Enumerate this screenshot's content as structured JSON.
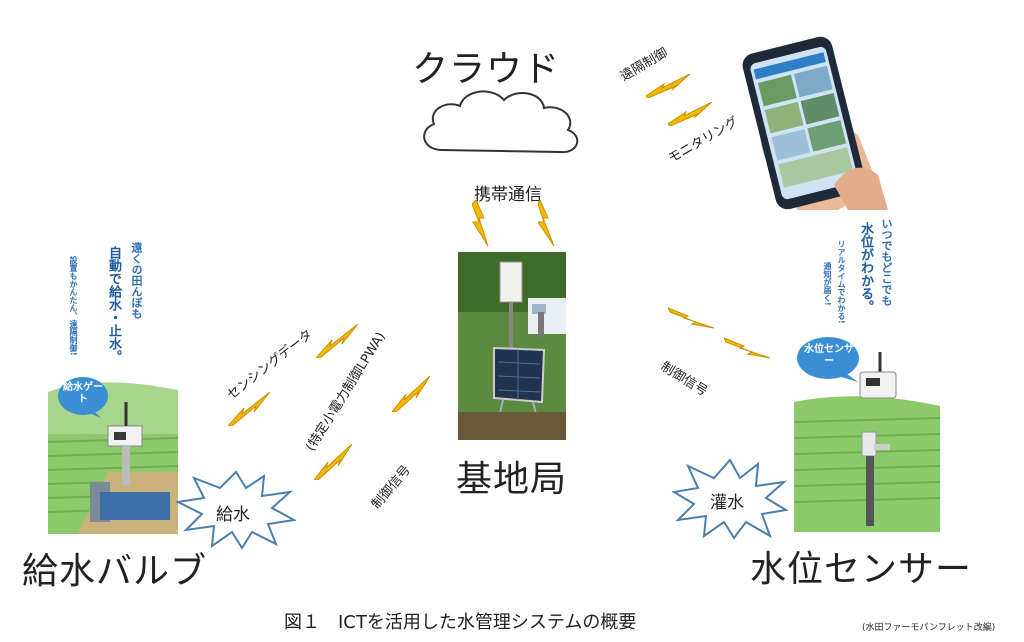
{
  "nodes": {
    "cloud": "クラウド",
    "base_station": "基地局",
    "valve": "給水バルブ",
    "sensor": "水位センサー"
  },
  "links": {
    "mobile_comm": "携帯通信",
    "remote_control": "遠隔制御",
    "monitoring": "モニタリング",
    "sensing_data": "センシングデータ",
    "lpwa": "(特定小電力制御LPWA)",
    "control_signal_left": "制御信号",
    "control_signal_right": "制御信号"
  },
  "bursts": {
    "supply": "給水",
    "irrigation": "灌水"
  },
  "valve_illustration": {
    "catch_line1": "遠くの田んぼも",
    "catch_line2": "自動で給水・止水。",
    "sub": "設置もかんたん、遠隔制御!",
    "badge": "給水ゲート"
  },
  "sensor_illustration": {
    "catch_line1": "いつでもどこでも",
    "catch_line2": "水位がわかる。",
    "sub1": "リアルタイムでわかる!",
    "sub2": "通知が届く!",
    "badge": "水位センサー"
  },
  "caption": "図１　ICTを活用した水管理システムの概要",
  "source": "(水田ファーモパンフレット改編)",
  "colors": {
    "bolt": "#f5b800",
    "bolt_stroke": "#c98f00",
    "burst_stroke": "#4a7fb0",
    "sky": "#3a8fd4",
    "field": "#8cc96a"
  }
}
